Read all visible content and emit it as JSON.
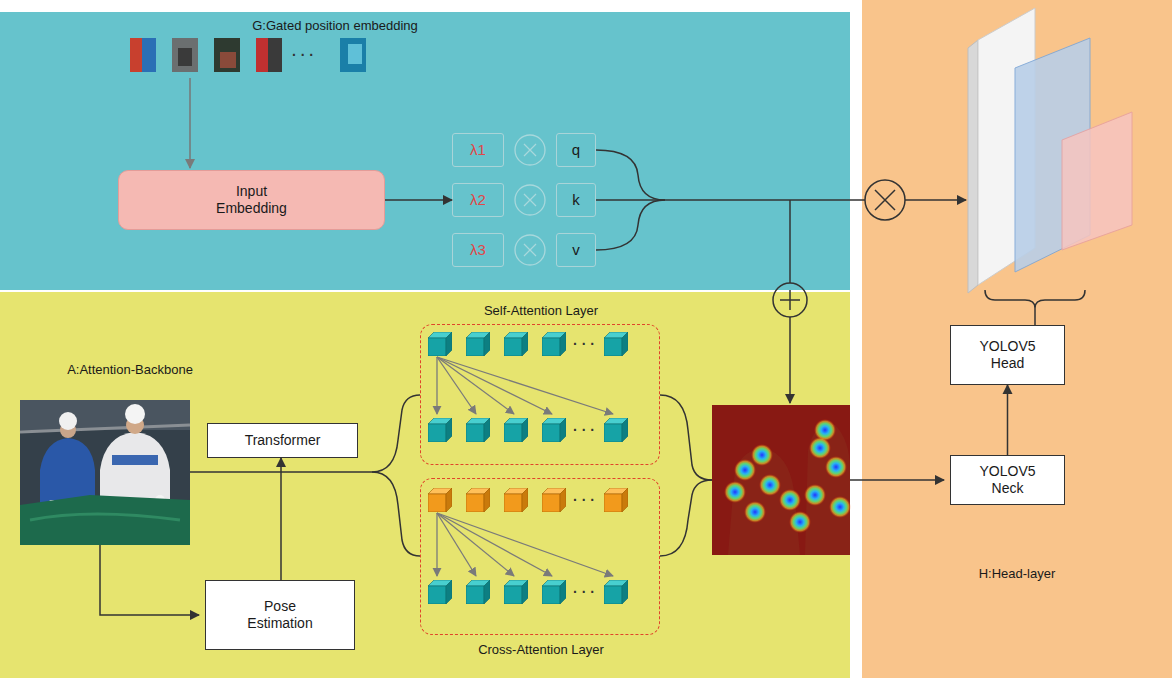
{
  "diagram": {
    "nodes": [
      {
        "text": [
          "G:Gated position embedding"
        ]
      },
      {
        "text": [
          "Input Embedding"
        ],
        "in": 0
      },
      {
        "text": [
          "λ1"
        ],
        "in": 0
      },
      {
        "text": [
          "q"
        ],
        "in": 0
      },
      {
        "text": [
          "λ2"
        ],
        "in": 0
      },
      {
        "text": [
          "k"
        ],
        "in": 0
      },
      {
        "text": [
          "λ3"
        ],
        "in": 0
      },
      {
        "text": [
          "v"
        ],
        "in": 0
      },
      {
        "text": [
          "A:Attention-Backbone"
        ]
      },
      {
        "text": [
          "Transformer"
        ],
        "in": 8
      },
      {
        "text": [
          "Pose Estimation"
        ],
        "in": 8
      },
      {
        "text": [
          "Self-Attention Layer"
        ],
        "in": 8
      },
      {
        "text": [
          "Cross-Attention Layer"
        ],
        "in": 8
      },
      {
        "text": [
          "H:Head-layer"
        ]
      },
      {
        "text": [
          "YOLOV5 Head"
        ],
        "in": 13
      },
      {
        "text": [
          "YOLOV5 Neck"
        ],
        "in": 13
      }
    ],
    "edges": [
      {
        "from": 1,
        "to": 4,
        "arrow": "to"
      },
      {
        "from": 10,
        "to": 9,
        "arrow": "to"
      },
      {
        "from": 15,
        "to": 14,
        "arrow": "to"
      }
    ],
    "labels": [
      "· · ·",
      "· · ·",
      "· · ·",
      "· · ·",
      "· · ·"
    ]
  }
}
